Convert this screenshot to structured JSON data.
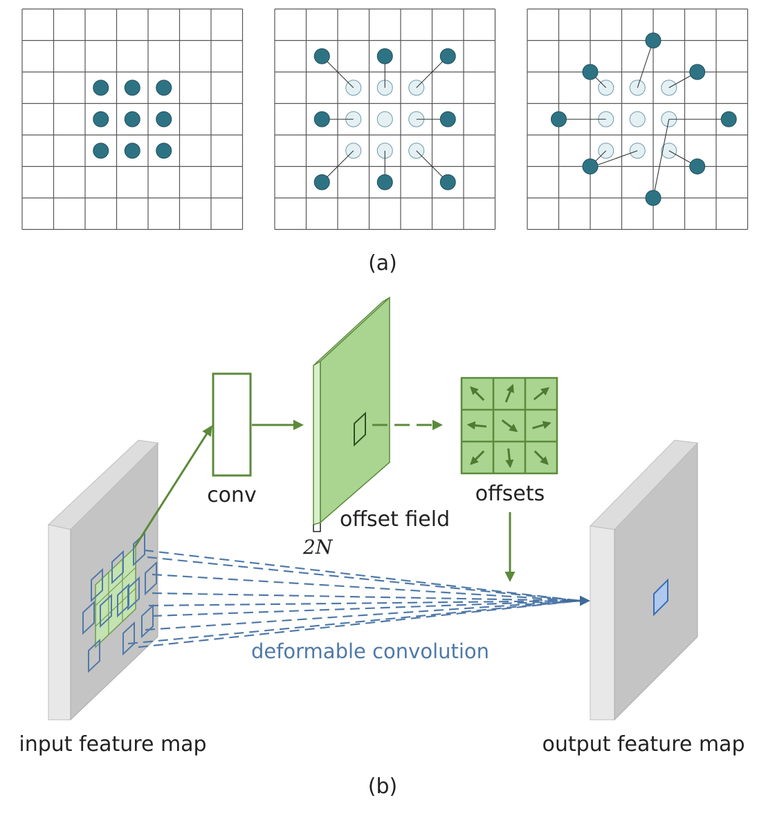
{
  "caption_a": "(a)",
  "caption_b": "(b)",
  "labels": {
    "conv": "conv",
    "offset_field": "offset field",
    "offset_dim": "2N",
    "offsets": "offsets",
    "deformable_conv": "deformable convolution",
    "input_map": "input feature map",
    "output_map": "output feature map"
  },
  "colors": {
    "sample_dot": "#2e7384",
    "sample_dot_ghost": "#e4f0f4",
    "grid_line": "#555555",
    "green": "#5b8a3a",
    "green_fill": "#a9d591",
    "blue": "#4f79a8",
    "map_front": "#c8c8c8",
    "map_side": "#e6e6e6"
  },
  "grids": {
    "rows": 7,
    "cols": 7,
    "panels": [
      "regular",
      "deformed-scaled",
      "deformed-free"
    ]
  }
}
